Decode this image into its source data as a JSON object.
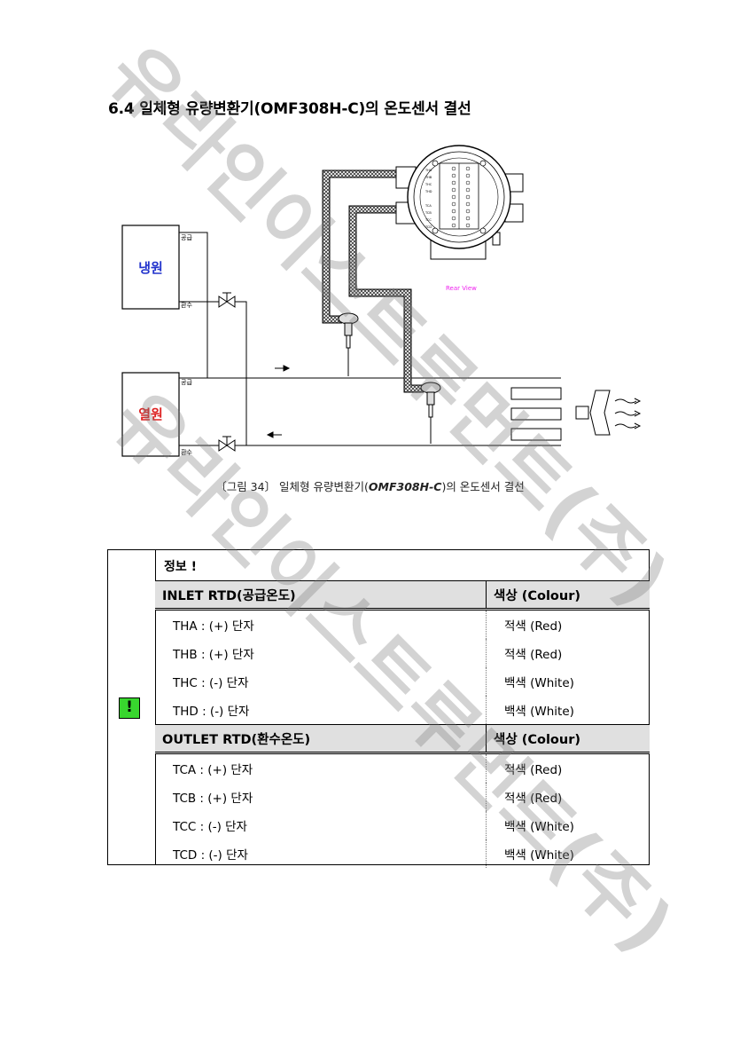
{
  "title": "6.4 일체형 유량변환기(OMF308H-C)의 온도센서 결선",
  "diagram": {
    "cold_source": "냉원",
    "heat_source": "열원",
    "supply": "공급",
    "return": "환수",
    "rear_view": "Rear View",
    "terminals": [
      "THA",
      "THB",
      "THC",
      "THD",
      "TCA",
      "TCB",
      "TCC",
      "TCD"
    ]
  },
  "caption": {
    "prefix": "〔그림 34〕 일체형 유량변환기(",
    "model": "OMF308H-C",
    "suffix": ")의 온도센서 결선"
  },
  "info": {
    "title": "정보 !",
    "icon": "!",
    "inlet_header": "INLET RTD(공급온도)",
    "outlet_header": "OUTLET RTD(환수온도)",
    "colour_header": "색상 (Colour)",
    "inlet_rows": [
      {
        "label": "THA : (+) 단자",
        "colour": "적색 (Red)"
      },
      {
        "label": "THB : (+) 단자",
        "colour": "적색 (Red)"
      },
      {
        "label": "THC : (-) 단자",
        "colour": "백색 (White)"
      },
      {
        "label": "THD : (-) 단자",
        "colour": "백색 (White)"
      }
    ],
    "outlet_rows": [
      {
        "label": "TCA : (+) 단자",
        "colour": "적색 (Red)"
      },
      {
        "label": "TCB : (+) 단자",
        "colour": "적색 (Red)"
      },
      {
        "label": "TCC : (-) 단자",
        "colour": "백색 (White)"
      },
      {
        "label": "TCD : (-) 단자",
        "colour": "백색 (White)"
      }
    ]
  },
  "watermark": "유라인이스트루먼트(주)",
  "colors": {
    "cold": "#2233cc",
    "heat": "#dd2222",
    "rear_view": "#ee22ee",
    "icon": "#38d62e"
  }
}
